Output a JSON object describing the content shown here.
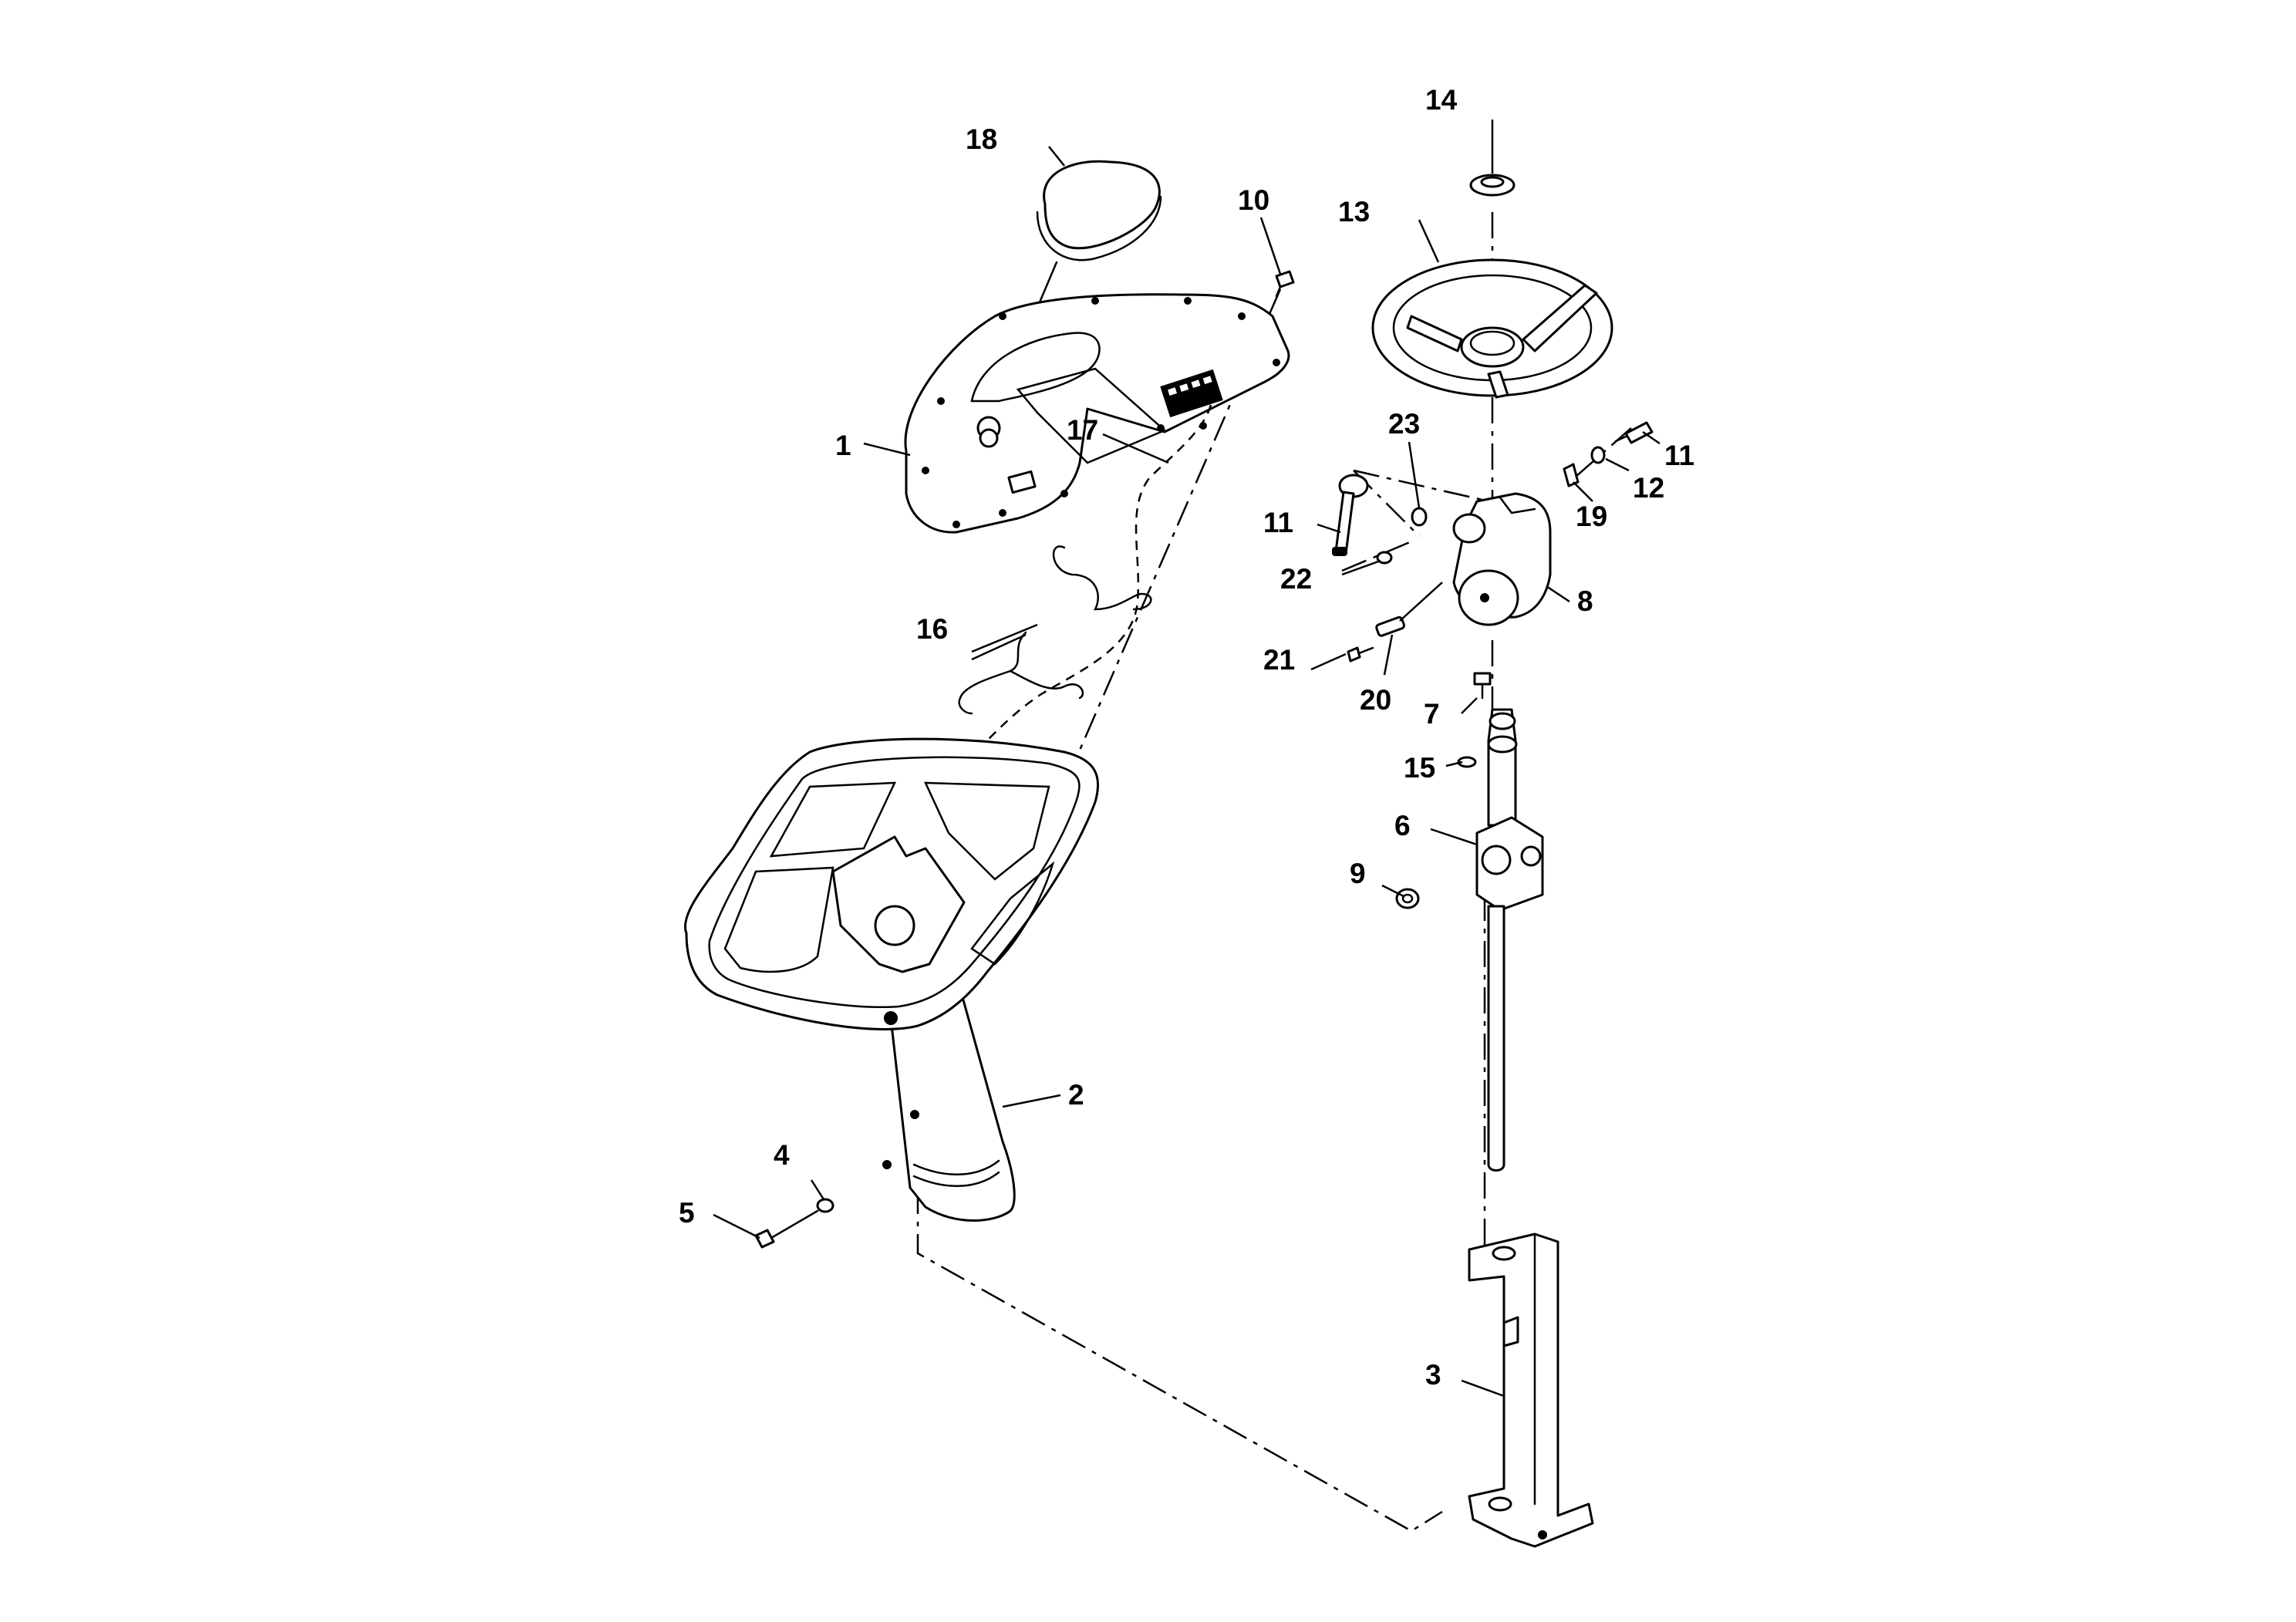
{
  "callouts": [
    {
      "id": "1",
      "label": "1"
    },
    {
      "id": "2",
      "label": "2"
    },
    {
      "id": "3",
      "label": "3"
    },
    {
      "id": "4",
      "label": "4"
    },
    {
      "id": "5",
      "label": "5"
    },
    {
      "id": "6",
      "label": "6"
    },
    {
      "id": "7",
      "label": "7"
    },
    {
      "id": "8",
      "label": "8"
    },
    {
      "id": "9",
      "label": "9"
    },
    {
      "id": "10",
      "label": "10"
    },
    {
      "id": "11a",
      "label": "11"
    },
    {
      "id": "11b",
      "label": "11"
    },
    {
      "id": "12",
      "label": "12"
    },
    {
      "id": "13",
      "label": "13"
    },
    {
      "id": "14",
      "label": "14"
    },
    {
      "id": "15",
      "label": "15"
    },
    {
      "id": "16",
      "label": "16"
    },
    {
      "id": "17",
      "label": "17"
    },
    {
      "id": "18",
      "label": "18"
    },
    {
      "id": "19",
      "label": "19"
    },
    {
      "id": "20",
      "label": "20"
    },
    {
      "id": "21",
      "label": "21"
    },
    {
      "id": "22",
      "label": "22"
    },
    {
      "id": "23",
      "label": "23"
    }
  ],
  "colors": {
    "line": "#000000",
    "background": "#ffffff"
  }
}
